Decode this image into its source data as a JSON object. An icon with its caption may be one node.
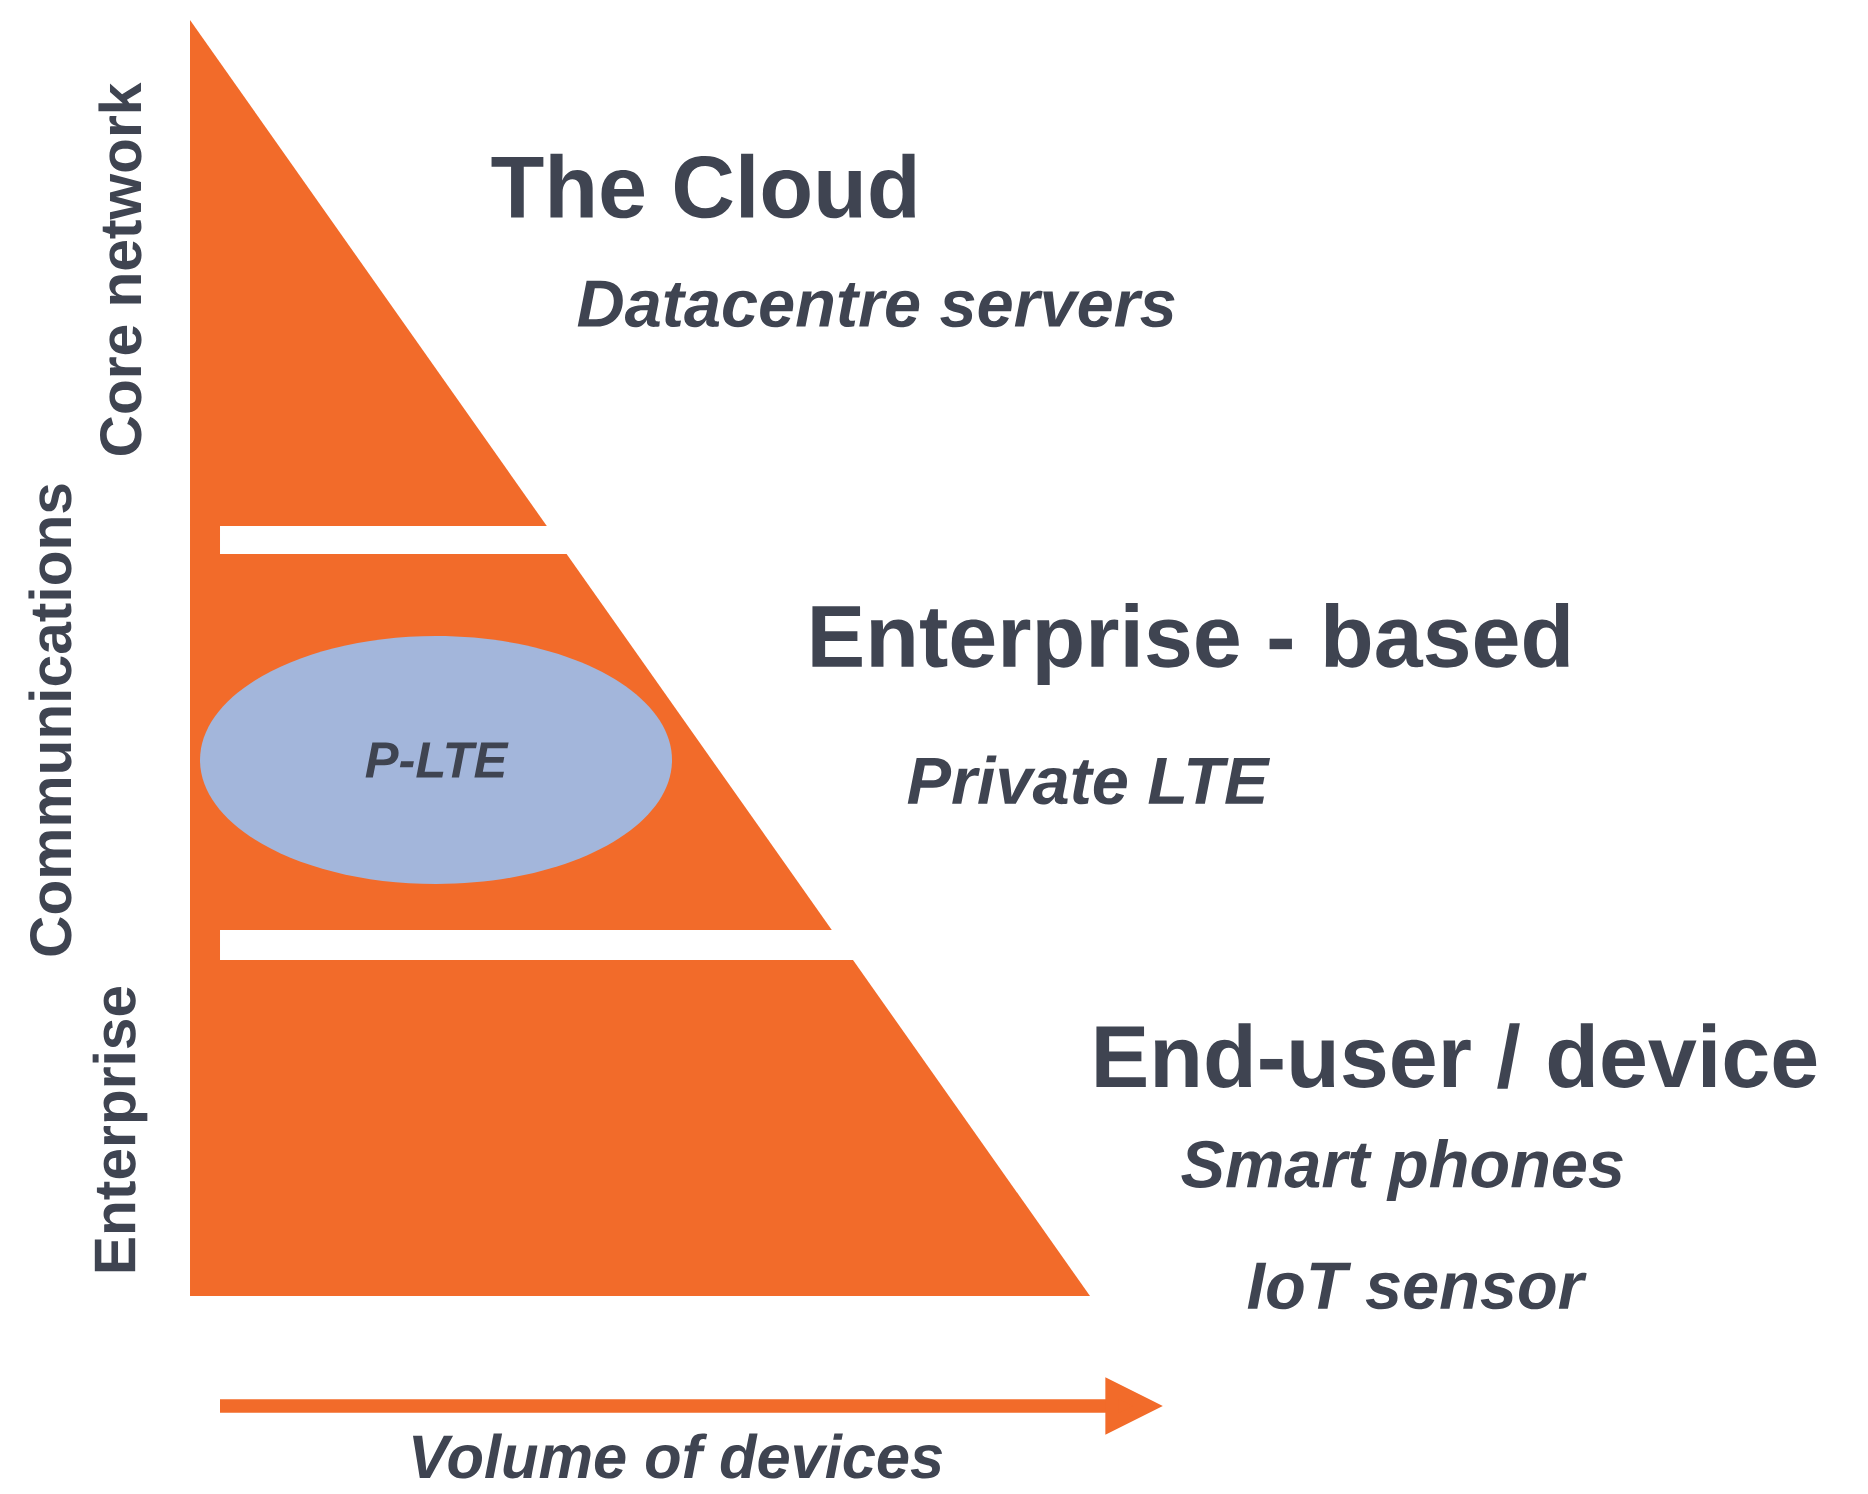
{
  "diagram": {
    "nodes": [
      {
        "text": [
          "The Cloud",
          "Datacentre servers"
        ]
      },
      {
        "text": [
          "Enterprise - based",
          "Private LTE"
        ]
      },
      {
        "text": [
          "P-LTE"
        ],
        "in": 1
      },
      {
        "text": [
          "End-user / device",
          "Smart phones",
          "IoT sensor"
        ]
      }
    ],
    "labels": [
      "Core network",
      "Communications",
      "Enterprise",
      "Volume of devices"
    ]
  }
}
